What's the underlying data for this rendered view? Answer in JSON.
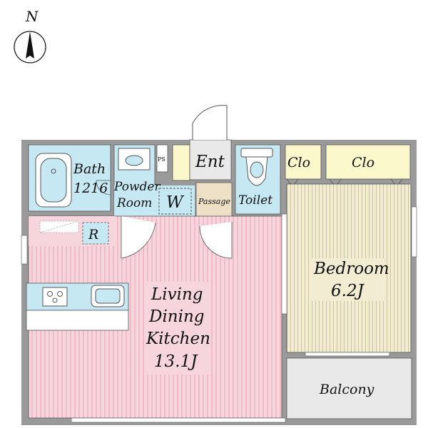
{
  "compass": {
    "label": "N"
  },
  "rooms": {
    "bath": {
      "line1": "Bath",
      "line2": "1216"
    },
    "powder": {
      "line1": "Powder",
      "line2": "Room"
    },
    "ps": "PS",
    "washer": "W",
    "ent": "Ent",
    "passage": "Passage",
    "toilet": "Toilet",
    "clo1": "Clo",
    "clo2": "Clo",
    "refrigerator": "R",
    "bedroom": {
      "line1": "Bedroom",
      "line2": "6.2J"
    },
    "ldk": {
      "line1": "Living",
      "line2": "Dining",
      "line3": "Kitchen",
      "line4": "13.1J"
    },
    "balcony": "Balcony"
  },
  "colors": {
    "wall": "#9a9a9a",
    "wet_area": "#c6e8f3",
    "ldk_floor": "#f6d5dc",
    "ldk_stripe": "#e8a9b5",
    "bed_floor": "#f1ecd2",
    "bed_stripe": "#cfc6a2",
    "closet": "#fbf8cc",
    "passage": "#ede0c6",
    "balcony": "#e9e9e9"
  }
}
